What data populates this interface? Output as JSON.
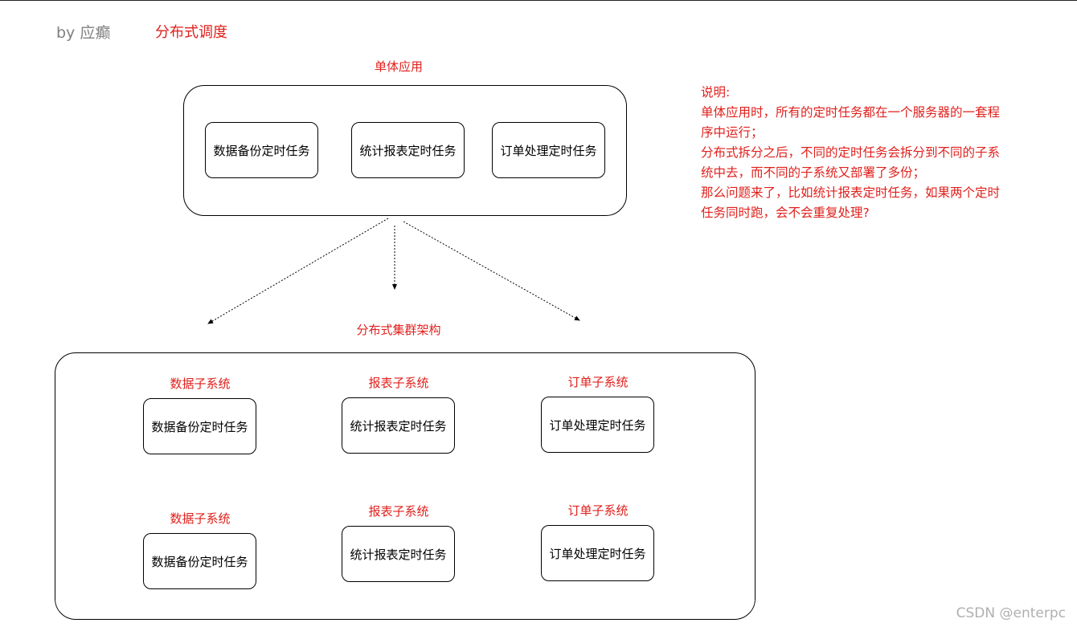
{
  "header": {
    "author": "by 应癫",
    "title": "分布式调度"
  },
  "monolith": {
    "label": "单体应用",
    "tasks": [
      "数据备份定时任务",
      "统计报表定时任务",
      "订单处理定时任务"
    ]
  },
  "cluster": {
    "label": "分布式集群架构",
    "row1": [
      {
        "name": "数据子系统",
        "task": "数据备份定时任务"
      },
      {
        "name": "报表子系统",
        "task": "统计报表定时任务"
      },
      {
        "name": "订单子系统",
        "task": "订单处理定时任务"
      }
    ],
    "row2": [
      {
        "name": "数据子系统",
        "task": "数据备份定时任务"
      },
      {
        "name": "报表子系统",
        "task": "统计报表定时任务"
      },
      {
        "name": "订单子系统",
        "task": "订单处理定时任务"
      }
    ]
  },
  "notes": {
    "lines": [
      "说明:",
      "单体应用时，所有的定时任务都在一个服务器的一套程",
      "序中运行；",
      "分布式拆分之后，不同的定时任务会拆分到不同的子系",
      "统中去，而不同的子系统又部署了多份；",
      "那么问题来了，比如统计报表定时任务，如果两个定时",
      "任务同时跑，会不会重复处理?"
    ]
  },
  "watermark": "CSDN @enterpc",
  "colors": {
    "accent": "#e0201c",
    "stroke": "#000000",
    "muted": "#808080"
  }
}
